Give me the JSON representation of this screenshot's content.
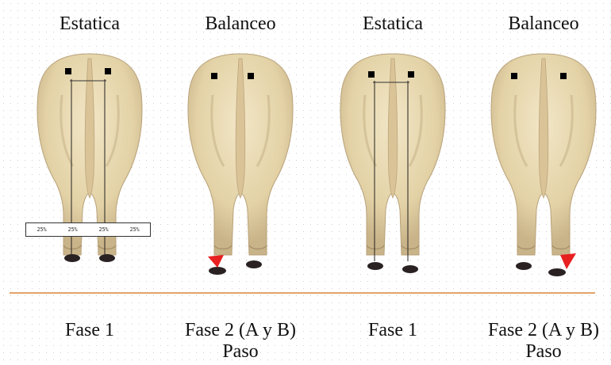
{
  "panels": [
    {
      "top_label": "Estatica",
      "bottom_lines": [
        "Fase 1"
      ],
      "weight_labels": [
        "25%",
        "25%",
        "25%",
        "25%"
      ]
    },
    {
      "top_label": "Balanceo",
      "bottom_lines": [
        "Fase 2 (A y B)",
        "Paso"
      ]
    },
    {
      "top_label": "Estatica",
      "bottom_lines": [
        "Fase 1"
      ]
    },
    {
      "top_label": "Balanceo",
      "bottom_lines": [
        "Fase 2 (A y B)",
        "Paso"
      ]
    }
  ],
  "colors": {
    "cow_body": "#e8d8b0",
    "cow_shadow": "#c8b48a",
    "hoof": "#2a2222",
    "marker": "#000000",
    "lifted_hoof_arrow": "#e82020",
    "ground_line": "#e3a46a"
  }
}
